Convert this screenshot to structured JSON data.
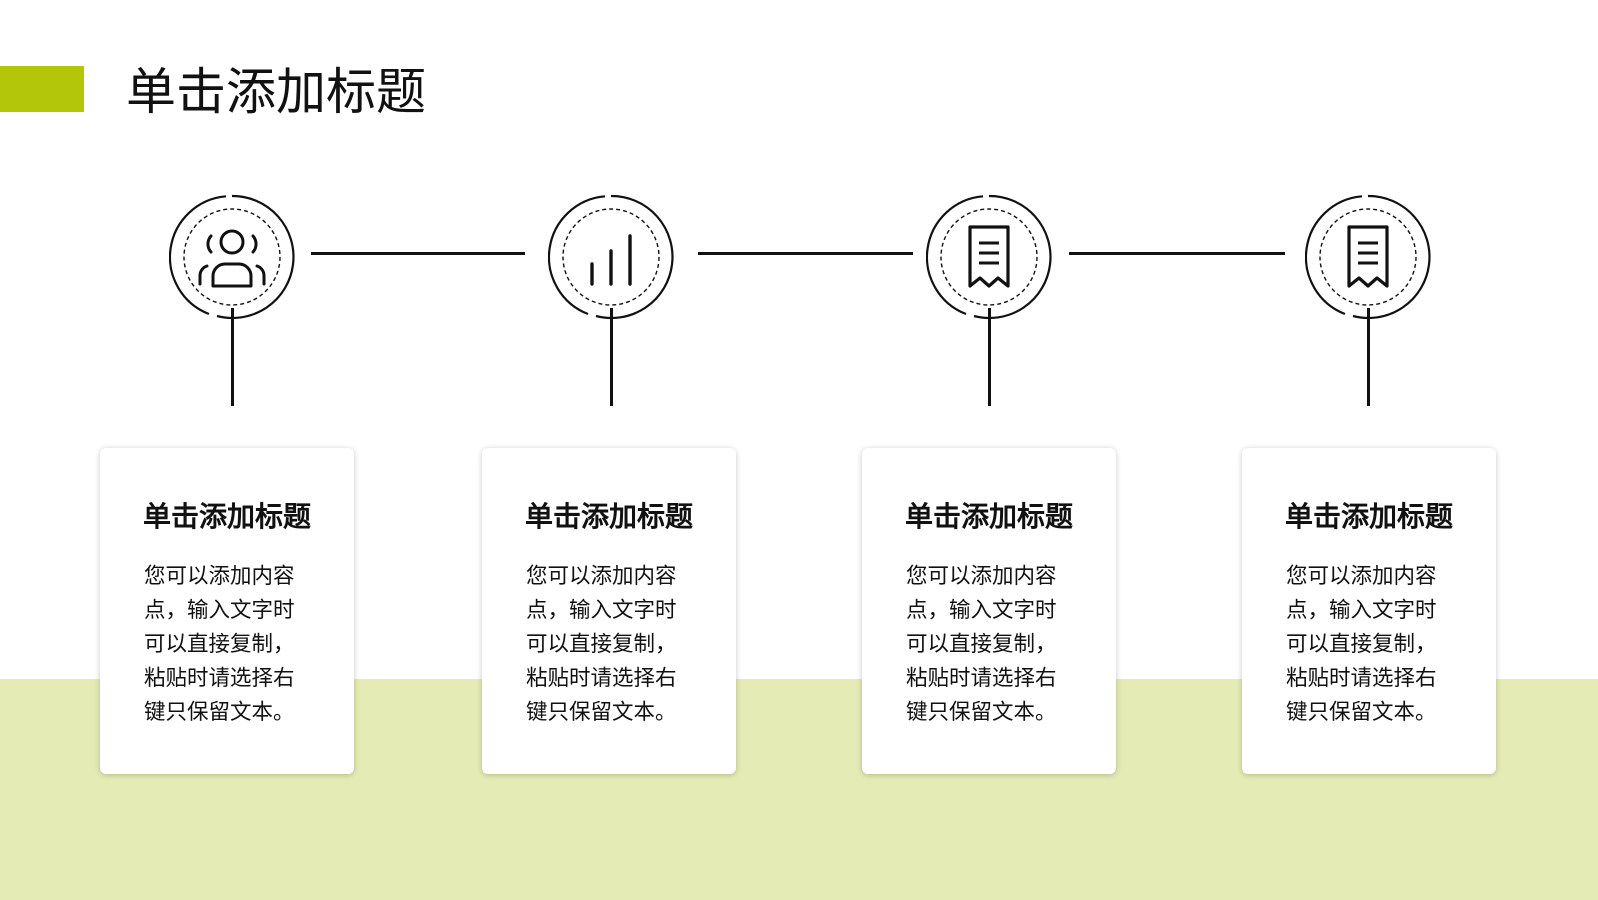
{
  "slide": {
    "title": "单击添加标题",
    "colors": {
      "accent": "#b3c60a",
      "band": "#e5ebb4",
      "line": "#111111"
    },
    "steps": [
      {
        "icon": "user-group-icon",
        "title": "单击添加标题",
        "body": "您可以添加内容\n点，输入文字时\n可以直接复制，\n粘贴时请选择右\n键只保留文本。"
      },
      {
        "icon": "bar-chart-icon",
        "title": "单击添加标题",
        "body": "您可以添加内容\n点，输入文字时\n可以直接复制，\n粘贴时请选择右\n键只保留文本。"
      },
      {
        "icon": "receipt-icon",
        "title": "单击添加标题",
        "body": "您可以添加内容\n点，输入文字时\n可以直接复制，\n粘贴时请选择右\n键只保留文本。"
      },
      {
        "icon": "receipt-icon",
        "title": "单击添加标题",
        "body": "您可以添加内容\n点，输入文字时\n可以直接复制，\n粘贴时请选择右\n键只保留文本。"
      }
    ]
  }
}
